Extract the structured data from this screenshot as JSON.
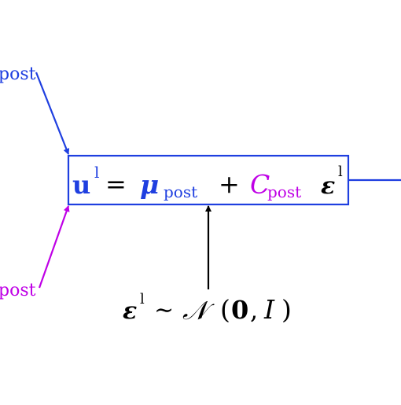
{
  "colors": {
    "blue": "#1f3fe0",
    "magenta": "#bf00e6",
    "black": "#000000",
    "box_border": "#1f3fe0"
  },
  "inputs": {
    "mu_label": "post",
    "c_label": "post"
  },
  "equation": {
    "u": "u",
    "u_sup": "l",
    "equals": "=",
    "mu": "μ",
    "mu_sub": "post",
    "plus": "+",
    "c": "C",
    "c_sub": "post",
    "eps": "ε",
    "eps_sup": "l"
  },
  "noise": {
    "eps": "ε",
    "eps_sup": "l",
    "sim": "∼",
    "normal": "𝒩",
    "open": "(",
    "zero": "0",
    "comma": ",",
    "identity": "I",
    "close": ")"
  }
}
